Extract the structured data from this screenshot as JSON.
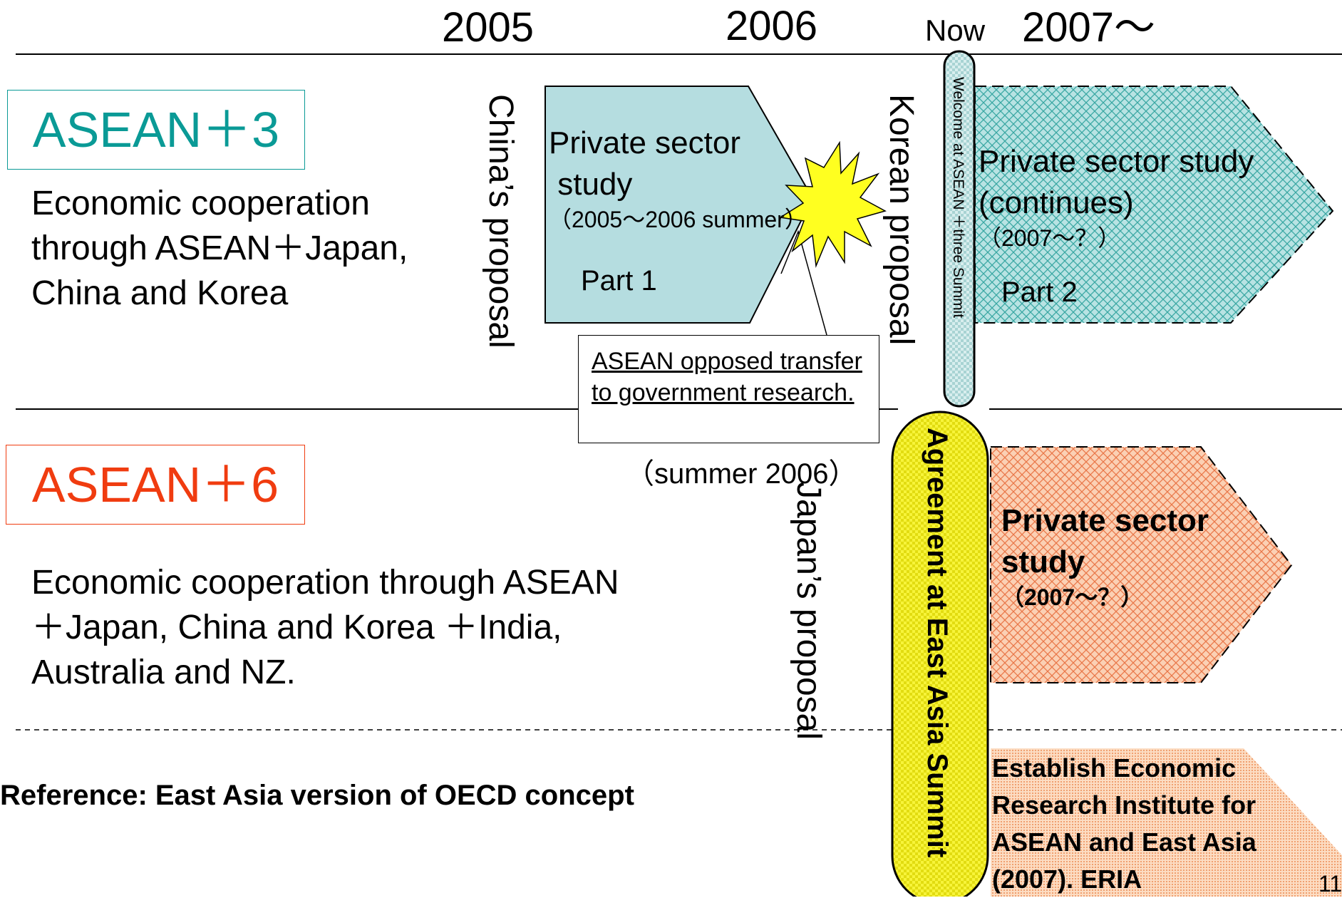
{
  "timeline": {
    "year_2005": "2005",
    "year_2006": "2006",
    "now": "Now",
    "year_2007": "2007～"
  },
  "asean3": {
    "title": "ASEAN＋3",
    "title_color": "#0a9a96",
    "description": [
      "Economic cooperation",
      "through ASEAN＋Japan,",
      "China and Korea"
    ],
    "china_proposal": "China’s proposal",
    "korea_proposal": "Korean proposal",
    "welcome": "Welcome at ASEAN ＋three Summit",
    "study1": {
      "title": [
        "Private sector",
        " study"
      ],
      "period": "（2005～2006 summer）",
      "part": "Part 1"
    },
    "study2": {
      "title": [
        "Private sector study",
        "(continues)"
      ],
      "period": "（2007～？）",
      "part": "Part 2"
    },
    "opposition": "ASEAN opposed transfer to government research.",
    "summer_2006": "（summer 2006）"
  },
  "asean6": {
    "title": "ASEAN＋6",
    "title_color": "#f03c10",
    "description": [
      "Economic cooperation through ASEAN",
      "＋Japan, China and Korea ＋India,",
      "Australia and NZ."
    ],
    "japan_proposal": "Japan’s proposal",
    "agreement": "Agreement at East Asia Summit",
    "study": {
      "title": [
        "Private sector",
        "study"
      ],
      "period": "（2007～？）"
    }
  },
  "reference": {
    "label": "Reference: East Asia version of OECD concept",
    "eria": [
      "Establish Economic",
      "Research Institute for",
      "ASEAN and East Asia",
      "(2007). ERIA"
    ]
  },
  "page_number": "11",
  "colors": {
    "study1_fill": "#b5dde0",
    "study2_fill": "#9fd6d4",
    "study6_fill": "#f5b48f",
    "eria_fill": "#f9c49e",
    "agreement_fill": "#f6f02a",
    "explosion_fill": "#ffff20"
  }
}
